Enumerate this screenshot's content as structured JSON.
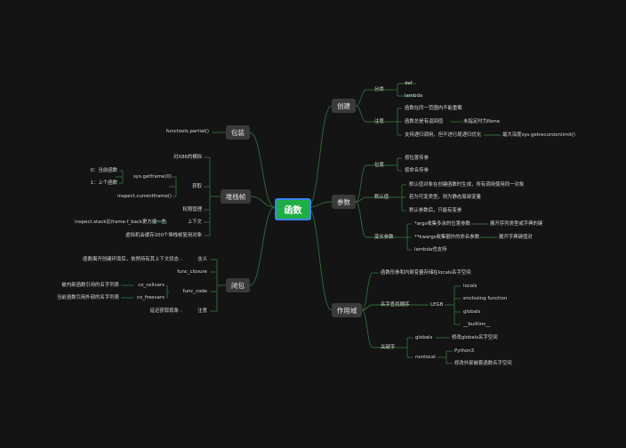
{
  "root": "函数",
  "chuangjian": {
    "label": "创建",
    "fenlei": "分类",
    "def": "def",
    "lambda": "lambda",
    "zhuyi": "注意",
    "n1": "函数在同一范围内不能重载",
    "n2": "函数总是有返回值",
    "n2a": "未指定时为None",
    "n3": "支持递归调用，但不进行尾递归优化",
    "n3a": "最大深度sys.getrecursionlimit()"
  },
  "canshu": {
    "label": "参数",
    "weizhi": "位置",
    "w1": "按位置传参",
    "w2": "按命名传参",
    "moren": "默认值",
    "m1": "默认值对象在创建函数时生成，所有调用使用同一对象",
    "m2": "若为可变类型，则为静态局部变量",
    "m3": "默认参数后，只能有变参",
    "bianchang": "变长参数",
    "b1": "*args收集多余的位置参数",
    "b1a": "展开序列类型或字典的键",
    "b2": "**kwargs收集额外的命名参数",
    "b2a": "展开字典键值对",
    "b3": "lambda也支持"
  },
  "zuoyongyu": {
    "label": "作用域",
    "z1": "函数形参和内部变量存储在locals名字空间",
    "mzcz": "名字查找顺序",
    "legb": "LEGB",
    "l1": "locals",
    "l2": "enclosing function",
    "l3": "globals",
    "l4": "__builtins__",
    "gjz": "关键字",
    "globals": "globals",
    "globals_a": "修改globals名字空间",
    "nonlocal": "nonlocal",
    "py3": "Python3",
    "nonlocal_a": "修改外部嵌套函数名字空间"
  },
  "bao": {
    "label": "包装",
    "partial": "functools.partial()"
  },
  "duizhan": {
    "label": "堆栈帧",
    "d1": "对X86的模拟",
    "huoqu": "获取",
    "getframe": "sys.getframe(0)",
    "g0": "0：当前函数",
    "g1": "1：上个函数",
    "currentframe": "inspect.currentframe()",
    "quanxian": "权限管理",
    "shangxiawen": "上下文",
    "inspect_stack": "inspect.stack比frame.f_back更方便一些",
    "xuni": "虚拟机会缓存200个堆栈帧复用对象"
  },
  "bibao": {
    "label": "闭包",
    "hanyi": "含义",
    "hanyi_a": "函数离开创建环境后，依然持有其上下文状态",
    "func_closure": "func_closure",
    "func_code": "func_code",
    "co_cellvars": "co_cellvars",
    "co_cellvars_a": "被内部函数引用的名字列表",
    "co_freevars": "co_freevars",
    "co_freevars_a": "当前函数引用外部的名字列表",
    "zhuyi": "注意",
    "zhuyi_a": "延迟获取现象"
  }
}
